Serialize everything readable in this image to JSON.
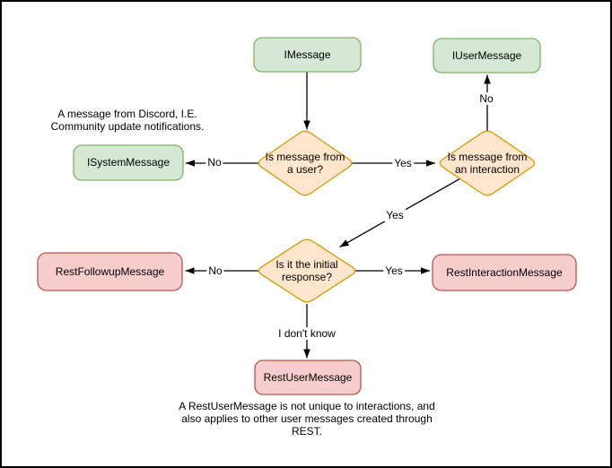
{
  "canvas": {
    "background": "#ffffff",
    "border_color": "#000000"
  },
  "palette": {
    "interface_fill": "#d5e8d4",
    "interface_stroke": "#82b366",
    "decision_fill": "#ffe6cc",
    "decision_stroke": "#d79b00",
    "rest_fill": "#f8cecc",
    "rest_stroke": "#b85450",
    "edge_color": "#000000",
    "text_color": "#000000"
  },
  "nodes": {
    "imessage": {
      "label": "IMessage"
    },
    "iusermessage": {
      "label": "IUserMessage"
    },
    "isystemmessage": {
      "label": "ISystemMessage"
    },
    "q_from_user": {
      "label": "Is message from a user?"
    },
    "q_from_interaction": {
      "label": "Is message from an interaction"
    },
    "q_initial_response": {
      "label": "Is it the initial response?"
    },
    "restfollowupmessage": {
      "label": "RestFollowupMessage"
    },
    "restinteractionmessage": {
      "label": "RestInteractionMessage"
    },
    "restusermessage": {
      "label": "RestUserMessage"
    }
  },
  "edge_labels": {
    "from_user_no": "No",
    "from_user_yes": "Yes",
    "from_interaction_no": "No",
    "from_interaction_yes": "Yes",
    "initial_response_no": "No",
    "initial_response_yes": "Yes",
    "initial_response_unknown": "I don't know"
  },
  "notes": {
    "isystemmessage_note": "A message from Discord, I.E. Community update notifications.",
    "restusermessage_note": "A RestUserMessage is not unique to interactions, and also applies to other user messages created through REST."
  }
}
